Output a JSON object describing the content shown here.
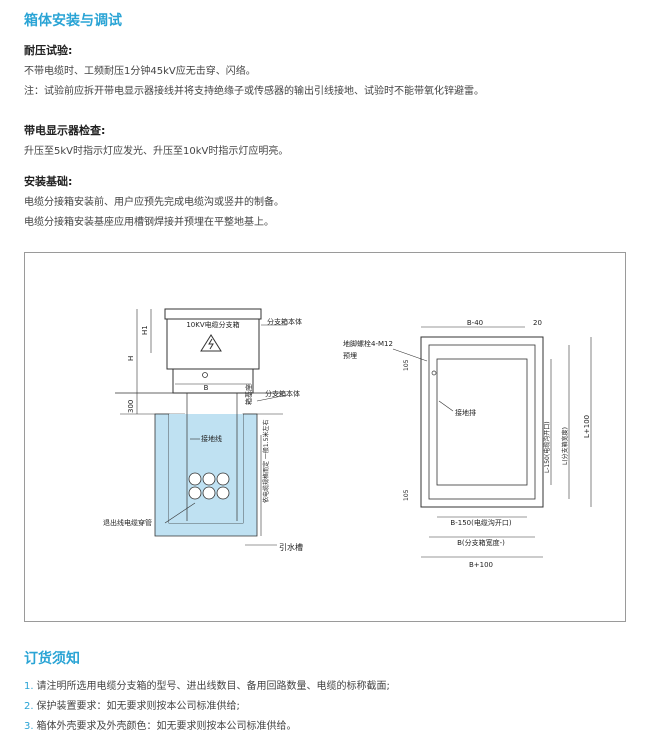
{
  "install": {
    "title": "箱体安装与调试",
    "withstand_heading": "耐压试验:",
    "withstand_line1": "不带电缆时、工频耐压1分钟45kV应无击穿、闪络。",
    "withstand_line2": "注：试验前应拆开带电显示器接线并将支持绝缘子或传感器的输出引线接地、试验时不能带氧化锌避雷。",
    "indicator_heading": "带电显示器检查:",
    "indicator_line1": "升压至5kV时指示灯应发光、升压至10kV时指示灯应明亮。",
    "foundation_heading": "安装基础:",
    "foundation_line1": "电缆分接箱安装前、用户应预先完成电缆沟或竖井的制备。",
    "foundation_line2": "电缆分接箱安装基座应用槽钢焊接并预埋在平整地基上。"
  },
  "drawing_left": {
    "box_label": "10KV电缆分支箱",
    "body_label": "分支箱本体",
    "base_label": "箱基座",
    "body_label2": "分支箱本体",
    "dim_h": "H",
    "dim_h1": "H1",
    "dim_b": "B",
    "dim_300": "300",
    "ground_label": "接地线",
    "cable_label": "依电缆规格而定\n一般1.5米左右",
    "outlet_label": "退出线电缆穿管",
    "drain_label": "引水槽"
  },
  "drawing_right": {
    "bolt_label": "地脚螺栓4-M12",
    "embed_label": "预埋",
    "dim_b40": "B-40",
    "dim_20": "20",
    "dim_105_top": "105",
    "dim_105_bottom": "105",
    "ground_bar_label": "接地排",
    "dim_l150": "L-150(电缆沟开口)",
    "dim_l": "L(分支箱宽度)",
    "dim_l100": "L+100",
    "dim_b150": "B-150(电缆沟开口)",
    "dim_b_width": "B(分支箱宽度-)",
    "dim_b100": "B+100"
  },
  "order": {
    "title": "订货须知",
    "items": [
      {
        "num": "1.",
        "text": "请注明所选用电缆分支箱的型号、进出线数目、备用回路数量、电缆的标称截面;"
      },
      {
        "num": "2.",
        "text": "保护装置要求：如无要求则按本公司标准供给;"
      },
      {
        "num": "3.",
        "text": "箱体外壳要求及外壳颜色：如无要求则按本公司标准供给。"
      }
    ]
  },
  "colors": {
    "accent": "#2aa4d5",
    "trench_fill": "#bfe1f2"
  }
}
